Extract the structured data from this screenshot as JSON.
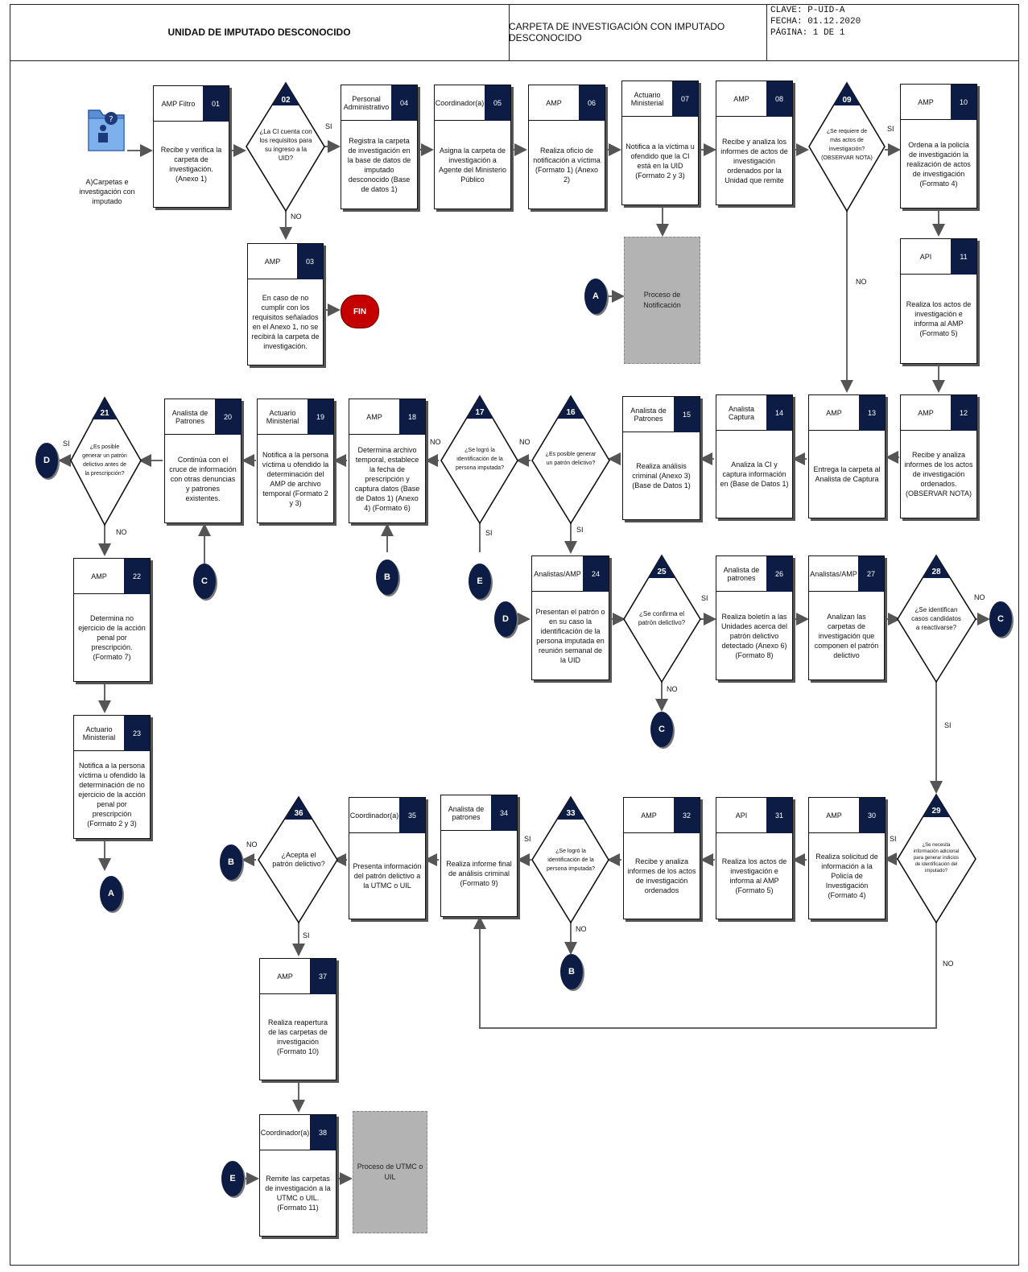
{
  "header": {
    "unit": "UNIDAD DE IMPUTADO DESCONOCIDO",
    "process": "CARPETA DE INVESTIGACIÓN CON IMPUTADO DESCONOCIDO",
    "clave": "CLAVE: P-UID-A",
    "fecha": "FECHA: 01.12.2020",
    "pagina": "PÁGINA: 1 DE 1"
  },
  "start_label": "A)Carpetas e investigación con imputado",
  "steps": [
    {
      "role": "AMP Filtro",
      "num": "01",
      "text": "Recibe y verifica la carpeta de investigación. (Anexo 1)"
    },
    {
      "role": "AMP",
      "num": "03",
      "text": "En caso de no cumplir con los requisitos señalados en el Anexo 1, no se recibirá la carpeta de investigación."
    },
    {
      "role": "Personal Administrativo",
      "num": "04",
      "text": "Registra la carpeta de investigación en la base de datos de imputado desconocido (Base de datos 1)"
    },
    {
      "role": "Coordinador(a)",
      "num": "05",
      "text": "Asigna la carpeta de investigación a Agente del Ministerio Público"
    },
    {
      "role": "AMP",
      "num": "06",
      "text": "Realiza oficio de notificación a víctima (Formato 1) (Anexo 2)"
    },
    {
      "role": "Actuario Ministerial",
      "num": "07",
      "text": "Notifica a la víctima u ofendido que la CI está en la UID (Formato 2 y 3)"
    },
    {
      "role": "AMP",
      "num": "08",
      "text": "Recibe y analiza los informes de actos de investigación ordenados por la Unidad que remite"
    },
    {
      "role": "AMP",
      "num": "10",
      "text": "Ordena a la policía de investigación la realización de actos de investigación (Formato 4)"
    },
    {
      "role": "API",
      "num": "11",
      "text": "Realiza los actos de investigación e informa al AMP (Formato 5)"
    },
    {
      "role": "AMP",
      "num": "12",
      "text": "Recibe y analiza informes de los actos de investigación ordenados. (OBSERVAR NOTA)"
    },
    {
      "role": "AMP",
      "num": "13",
      "text": "Entrega la carpeta al Analista de Captura"
    },
    {
      "role": "Analista Captura",
      "num": "14",
      "text": "Analiza la CI y captura información en (Base de Datos 1)"
    },
    {
      "role": "Analista de Patrones",
      "num": "15",
      "text": "Realiza análisis criminal (Anexo 3) (Base de Datos 1)"
    },
    {
      "role": "AMP",
      "num": "18",
      "text": "Determina archivo temporal, establece la fecha de prescripción y captura datos (Base de Datos 1) (Anexo 4) (Formato 6)"
    },
    {
      "role": "Actuario Ministerial",
      "num": "19",
      "text": "Notifica a la persona víctima u ofendido la determinación del AMP de archivo temporal (Formato 2 y 3)"
    },
    {
      "role": "Analista de Patrones",
      "num": "20",
      "text": "Continúa con el cruce de información con otras denuncias y patrones existentes."
    },
    {
      "role": "AMP",
      "num": "22",
      "text": "Determina no ejercicio de la acción penal por prescripción. (Formato 7)"
    },
    {
      "role": "Actuario Ministerial",
      "num": "23",
      "text": "Notifica a la persona víctima u ofendido la determinación de no ejercicio de la acción penal por prescripción (Formato 2 y 3)"
    },
    {
      "role": "Analistas/AMP",
      "num": "24",
      "text": "Presentan el patrón o en su caso la identificación de la persona imputada en reunión semanal de la UID"
    },
    {
      "role": "Analista de patrones",
      "num": "26",
      "text": "Realiza boletín a las Unidades acerca del patrón delictivo detectado (Anexo 6) (Formato 8)"
    },
    {
      "role": "Analistas/AMP",
      "num": "27",
      "text": "Analizan las carpetas de investigación que componen el patrón delictivo"
    },
    {
      "role": "AMP",
      "num": "30",
      "text": "Realiza solicitud de información a la Policía de Investigación (Formato 4)"
    },
    {
      "role": "API",
      "num": "31",
      "text": "Realiza los actos de investigación e informa al AMP (Formato 5)"
    },
    {
      "role": "AMP",
      "num": "32",
      "text": "Recibe y analiza informes de los actos de investigación ordenados"
    },
    {
      "role": "Analista de patrones",
      "num": "34",
      "text": "Realiza informe final de análisis criminal (Formato 9)"
    },
    {
      "role": "Coordinador(a)",
      "num": "35",
      "text": "Presenta información del patrón delictivo a la UTMC o UIL"
    },
    {
      "role": "AMP",
      "num": "37",
      "text": "Realiza reapertura de las carpetas de investigación (Formato 10)"
    },
    {
      "role": "Coordinador(a)",
      "num": "38",
      "text": "Remite las carpetas de investigación a la UTMC o UIL. (Formato 11)"
    }
  ],
  "decisions": [
    {
      "num": "02",
      "text": "¿La CI cuenta con los requisitos para su ingreso a la UID?"
    },
    {
      "num": "09",
      "text": "¿Se requiere de más actos de investigación? (OBSERVAR NOTA)"
    },
    {
      "num": "16",
      "text": "¿Es posible generar un patrón delictivo?"
    },
    {
      "num": "17",
      "text": "¿Se logró la identificación de la persona imputada?"
    },
    {
      "num": "21",
      "text": "¿Es posible generar un patrón delictivo antes de la prescripción?"
    },
    {
      "num": "25",
      "text": "¿Se confirma el patrón delictivo?"
    },
    {
      "num": "28",
      "text": "¿Se identifican casos candidatos a reactivarse?"
    },
    {
      "num": "29",
      "text": "¿Se necesita información adicional para generar indicios de identificación del imputado?"
    },
    {
      "num": "33",
      "text": "¿Se logró la identificación de la persona imputada?"
    },
    {
      "num": "36",
      "text": "¿Acepta el patrón delictivo?"
    }
  ],
  "subprocesses": [
    {
      "text": "Proceso de Notificación"
    },
    {
      "text": "Proceso de UTMC o UIL"
    }
  ],
  "terminal": "FIN",
  "connectors": [
    "A",
    "D",
    "C",
    "B",
    "E",
    "D",
    "C",
    "C",
    "A",
    "B",
    "B",
    "E"
  ],
  "labels": {
    "si": "SI",
    "no": "NO"
  }
}
